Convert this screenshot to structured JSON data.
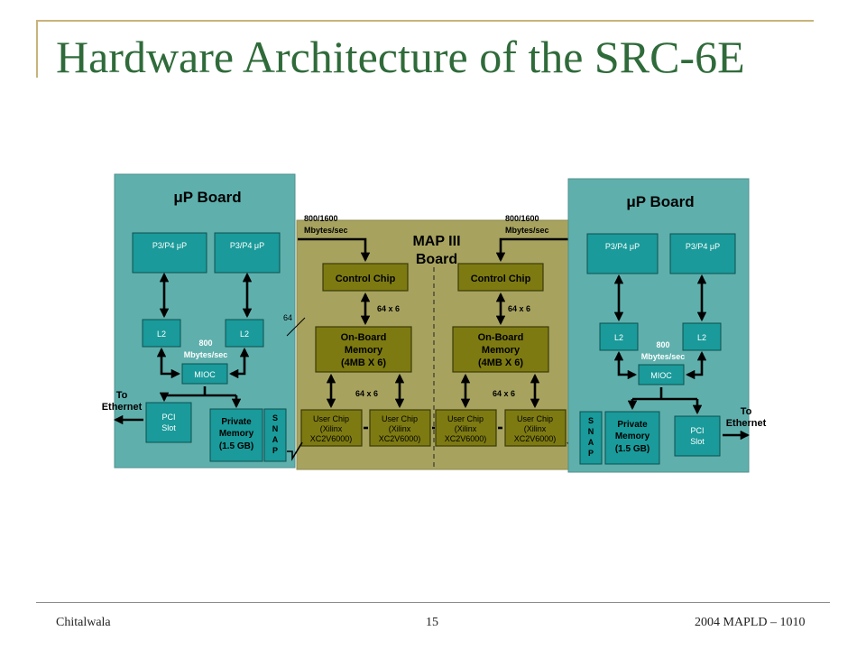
{
  "slide": {
    "title": "Hardware Architecture of the SRC-6E",
    "footer_left": "Chitalwala",
    "footer_center": "15",
    "footer_right": "2004 MAPLD – 1010"
  },
  "diagram": {
    "left_board": {
      "title": "μP Board",
      "cpu1": "P3/P4 μP",
      "cpu2": "P3/P4 μP",
      "l2a": "L2",
      "l2b": "L2",
      "rate1": "800",
      "rate2": "Mbytes/sec",
      "mioc": "MIOC",
      "pci1": "PCI",
      "pci2": "Slot",
      "mem1": "Private",
      "mem2": "Memory",
      "mem3": "(1.5 GB)",
      "snap": [
        "S",
        "N",
        "A",
        "P"
      ],
      "eth1": "To",
      "eth2": "Ethernet"
    },
    "right_board": {
      "title": "μP Board",
      "cpu1": "P3/P4 μP",
      "cpu2": "P3/P4 μP",
      "l2a": "L2",
      "l2b": "L2",
      "rate1": "800",
      "rate2": "Mbytes/sec",
      "mioc": "MIOC",
      "pci1": "PCI",
      "pci2": "Slot",
      "mem1": "Private",
      "mem2": "Memory",
      "mem3": "(1.5 GB)",
      "snap": [
        "S",
        "N",
        "A",
        "P"
      ],
      "eth1": "To",
      "eth2": "Ethernet"
    },
    "map_board": {
      "title1": "MAP III",
      "title2": "Board",
      "control_chip": "Control Chip",
      "mem1": "On-Board",
      "mem2": "Memory",
      "mem3": "(4MB X 6)",
      "bus_top": "64 x 6",
      "bus_bottom": "64 x 6",
      "user1": "User Chip",
      "user2": "(Xilinx",
      "user3": "XC2V6000)",
      "width_label": "64",
      "link_left1": "800/1600",
      "link_left2": "Mbytes/sec",
      "link_right1": "800/1600",
      "link_right2": "Mbytes/sec"
    }
  }
}
